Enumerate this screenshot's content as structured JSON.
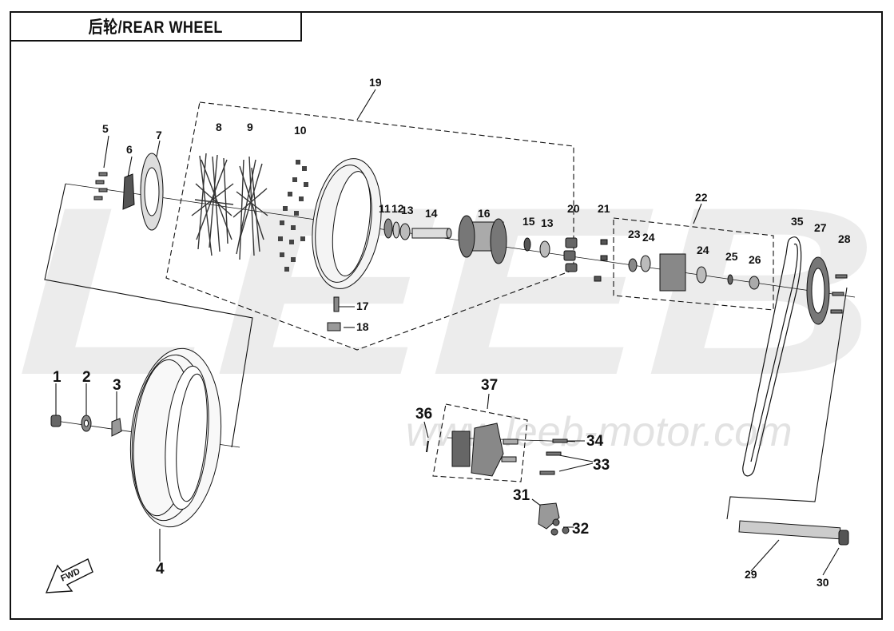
{
  "title": "后轮/REAR WHEEL",
  "watermark": {
    "brand": "LEEB",
    "url": "www.leeb-motor.com",
    "color": "#e6e6e6"
  },
  "fwd_label": "FWD",
  "callouts": [
    "1",
    "2",
    "3",
    "4",
    "5",
    "6",
    "7",
    "8",
    "9",
    "10",
    "11",
    "12",
    "13",
    "13",
    "14",
    "15",
    "16",
    "17",
    "18",
    "19",
    "20",
    "21",
    "22",
    "23",
    "24",
    "24",
    "25",
    "26",
    "27",
    "28",
    "29",
    "30",
    "31",
    "32",
    "33",
    "34",
    "35",
    "36",
    "37"
  ],
  "line_color": "#111111"
}
